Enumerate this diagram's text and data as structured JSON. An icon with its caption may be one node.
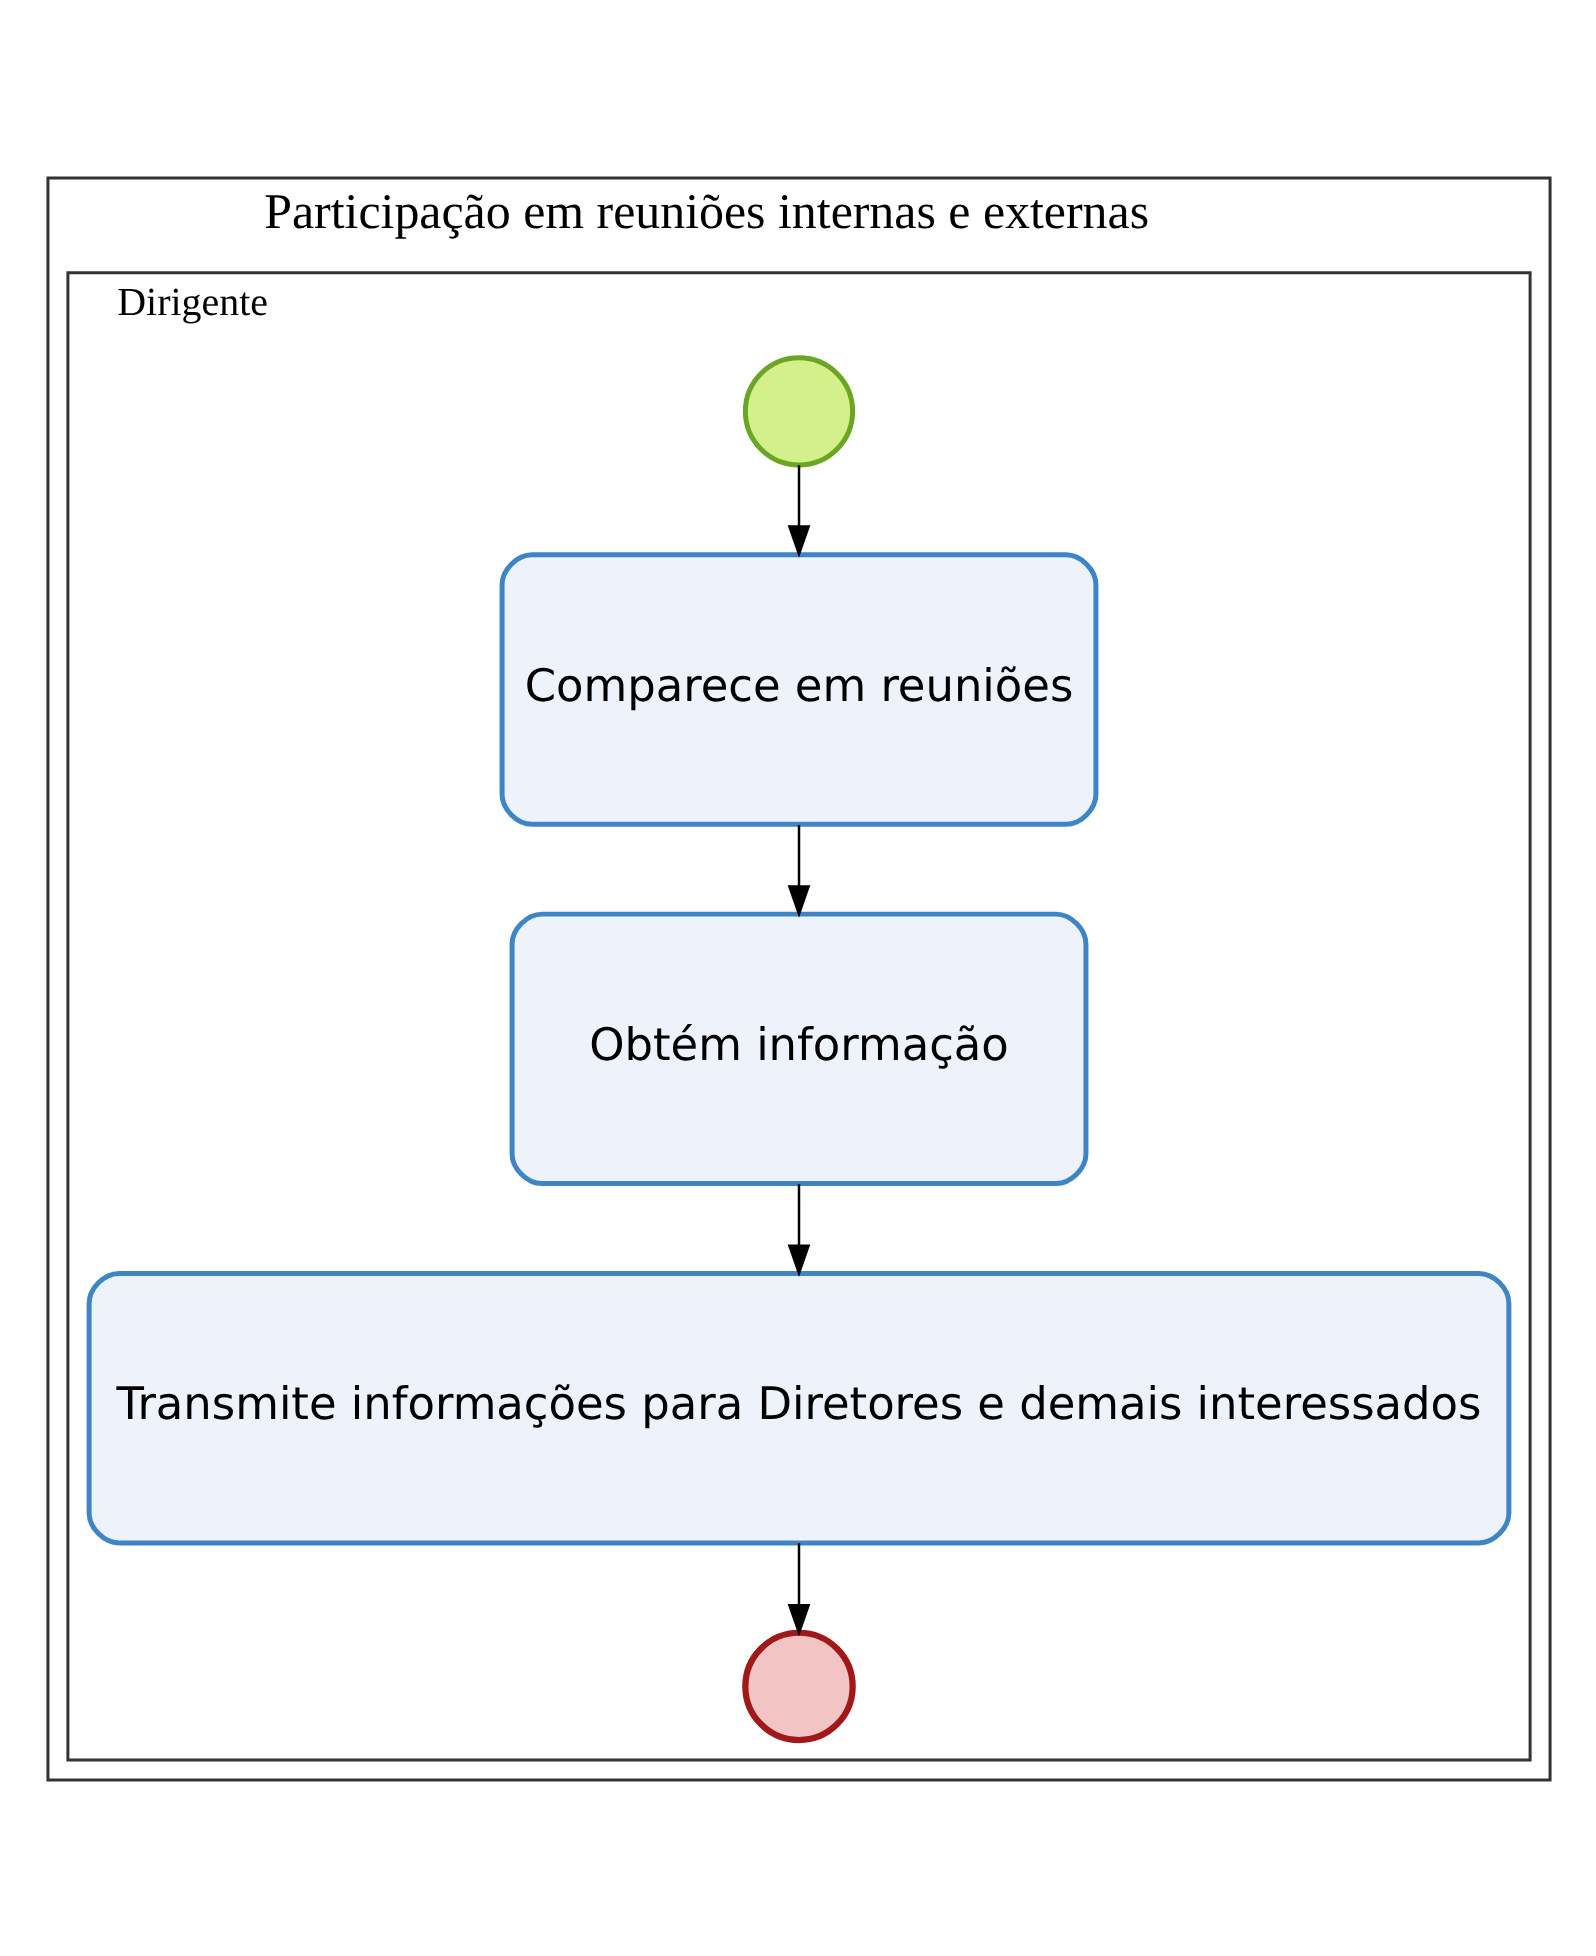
{
  "diagram": {
    "nodes": [
      {
        "text": [
          "Participação em reuniões internas e externas"
        ]
      },
      {
        "text": [
          "Dirigente"
        ],
        "in": 0
      },
      {
        "text": [],
        "shape": "circle",
        "in": 1
      },
      {
        "text": [
          "Comparece em reuniões"
        ],
        "in": 1
      },
      {
        "text": [
          "Obtém informação"
        ],
        "in": 1
      },
      {
        "text": [
          "Transmite informações para Diretores e demais interessados"
        ],
        "in": 1
      },
      {
        "text": [],
        "shape": "circle",
        "in": 1
      }
    ],
    "edges": [
      {
        "from": 2,
        "to": 3,
        "arrow": "to"
      },
      {
        "from": 3,
        "to": 4,
        "arrow": "to"
      },
      {
        "from": 4,
        "to": 5,
        "arrow": "to"
      },
      {
        "from": 5,
        "to": 6,
        "arrow": "to"
      }
    ]
  }
}
